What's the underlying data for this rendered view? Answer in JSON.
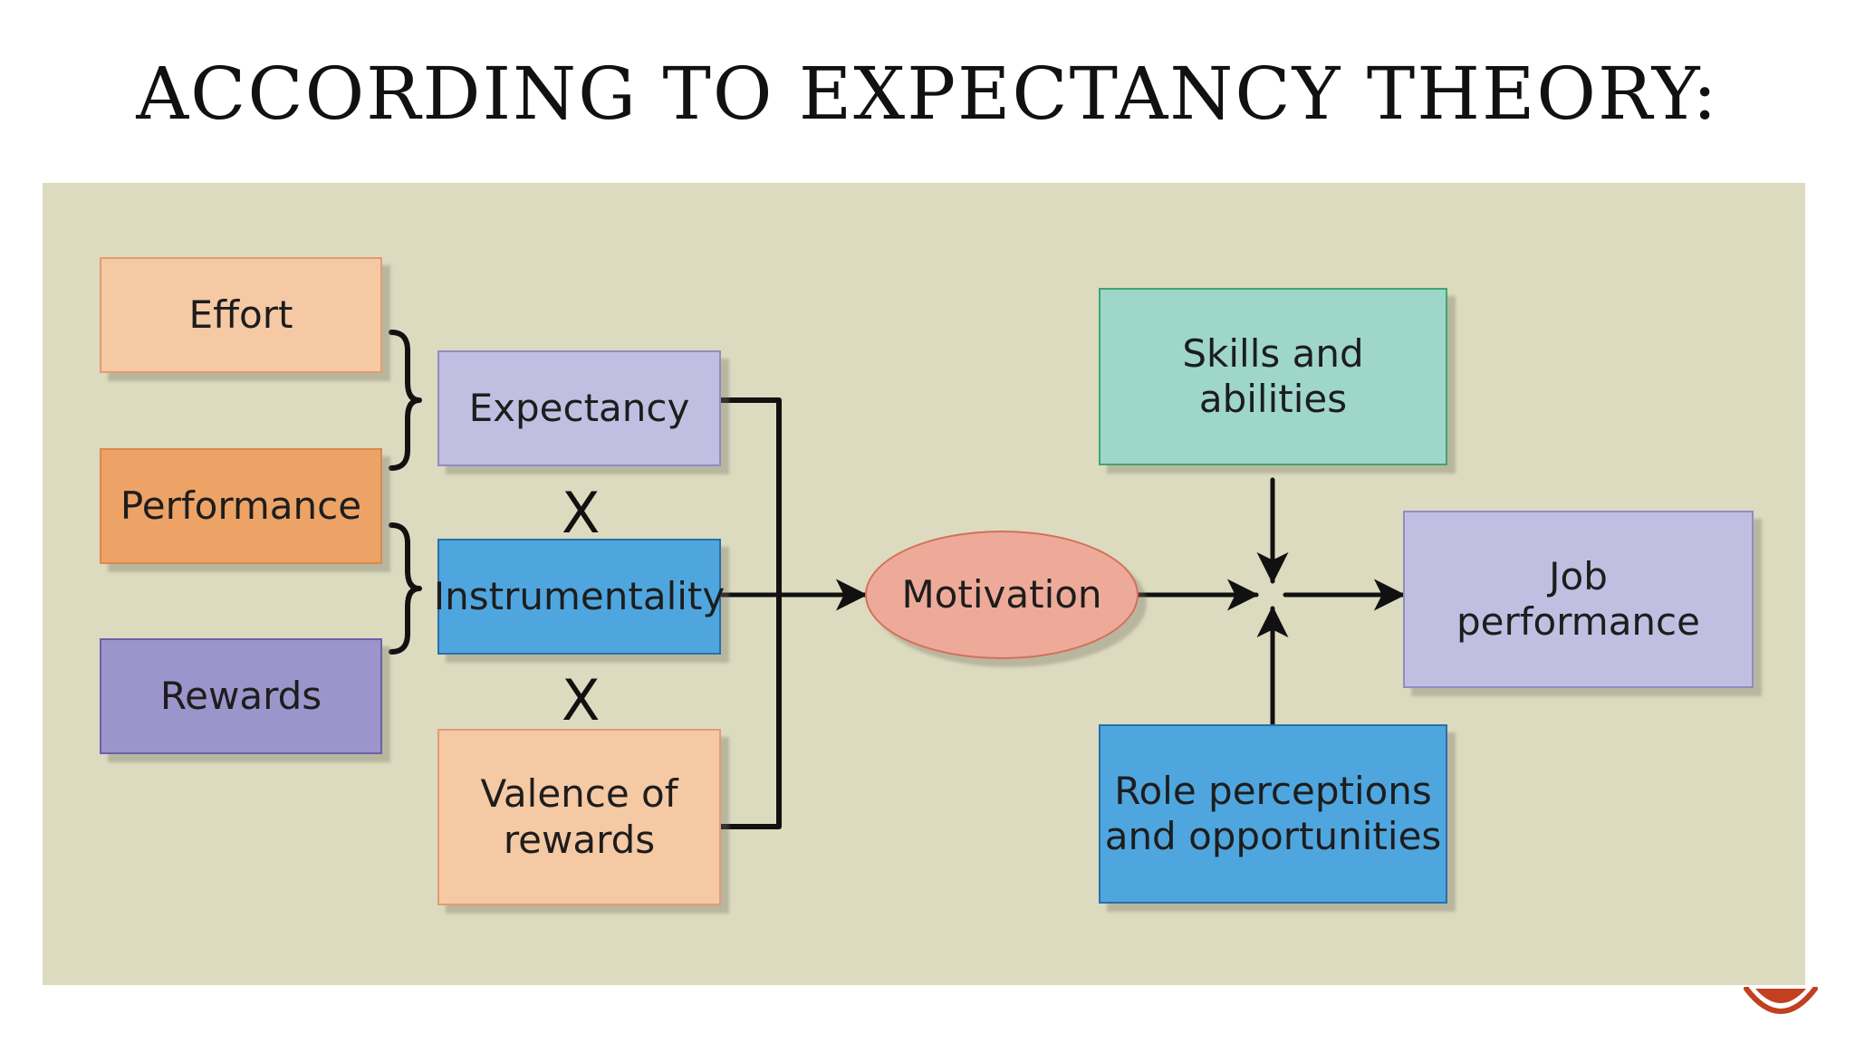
{
  "title": "ACCORDING TO EXPECTANCY THEORY:",
  "diagram": {
    "inputs": {
      "effort": "Effort",
      "performance": "Performance",
      "rewards": "Rewards"
    },
    "factors": {
      "expectancy": "Expectancy",
      "instrumentality": "Instrumentality",
      "valence": "Valence of\nrewards"
    },
    "operators": {
      "multiply_1": "X",
      "multiply_2": "X"
    },
    "motivation": "Motivation",
    "skills": "Skills and\nabilities",
    "role": "Role perceptions\nand opportunities",
    "outcome": "Job\nperformance"
  },
  "colors": {
    "background": "#dcdbbf",
    "effort": "#f5c9a3",
    "performance": "#eda366",
    "rewards": "#9b95cc",
    "expectancy": "#c0bfe1",
    "instrumentality": "#4fa6df",
    "valence": "#f5c9a3",
    "motivation": "#eeaa98",
    "skills": "#9fd6cc",
    "role": "#4fa6df",
    "outcome": "#c0bfe1"
  }
}
